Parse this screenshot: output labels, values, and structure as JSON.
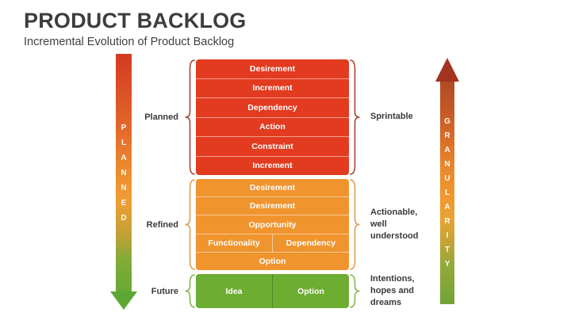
{
  "title": "PRODUCT BACKLOG",
  "subtitle": "Incremental Evolution of Product Backlog",
  "left_arrow": {
    "text": "PLANNED",
    "gradient": [
      "#d33b22 0%",
      "#e2652a 30%",
      "#ee8d2d 50%",
      "#f09d33 62%",
      "#c3a136 76%",
      "#84ab37 86%",
      "#68a935 100%"
    ],
    "head_color": "#5ca733"
  },
  "right_arrow": {
    "text": "GRANULARITY",
    "gradient": [
      "#b04a24 0%",
      "#cc5f27 18%",
      "#e8862b 38%",
      "#f0982f 52%",
      "#e7a233 62%",
      "#c5a336 72%",
      "#95a93a 82%",
      "#71a437 100%"
    ],
    "head_color": "#a43420"
  },
  "sections": [
    {
      "name": "planned",
      "left_label": "Planned",
      "right_label_lines": [
        "Sprintable"
      ],
      "box_color": "#e23b1f",
      "brace_color": "#a5472f",
      "rows": [
        {
          "cells": [
            "Desirement"
          ]
        },
        {
          "cells": [
            "Increment"
          ]
        },
        {
          "cells": [
            "Dependency"
          ]
        },
        {
          "cells": [
            "Action"
          ]
        },
        {
          "cells": [
            "Constraint"
          ]
        },
        {
          "cells": [
            "Increment"
          ]
        }
      ]
    },
    {
      "name": "refined",
      "left_label": "Refined",
      "right_label_lines": [
        "Actionable,",
        "well",
        "understood"
      ],
      "box_color": "#f0942e",
      "brace_color": "#e59b52",
      "rows": [
        {
          "cells": [
            "Desirement"
          ]
        },
        {
          "cells": [
            "Desirement"
          ]
        },
        {
          "cells": [
            "Opportunity"
          ]
        },
        {
          "cells": [
            "Functionality",
            "Dependency"
          ]
        },
        {
          "cells": [
            "Option"
          ]
        }
      ]
    },
    {
      "name": "future",
      "left_label": "Future",
      "right_label_lines": [
        "Intentions,",
        "hopes and",
        "dreams"
      ],
      "box_color": "#6cad32",
      "brace_color": "#85b74f",
      "rows": [
        {
          "cells": [
            "Idea",
            "Option"
          ]
        }
      ]
    }
  ]
}
